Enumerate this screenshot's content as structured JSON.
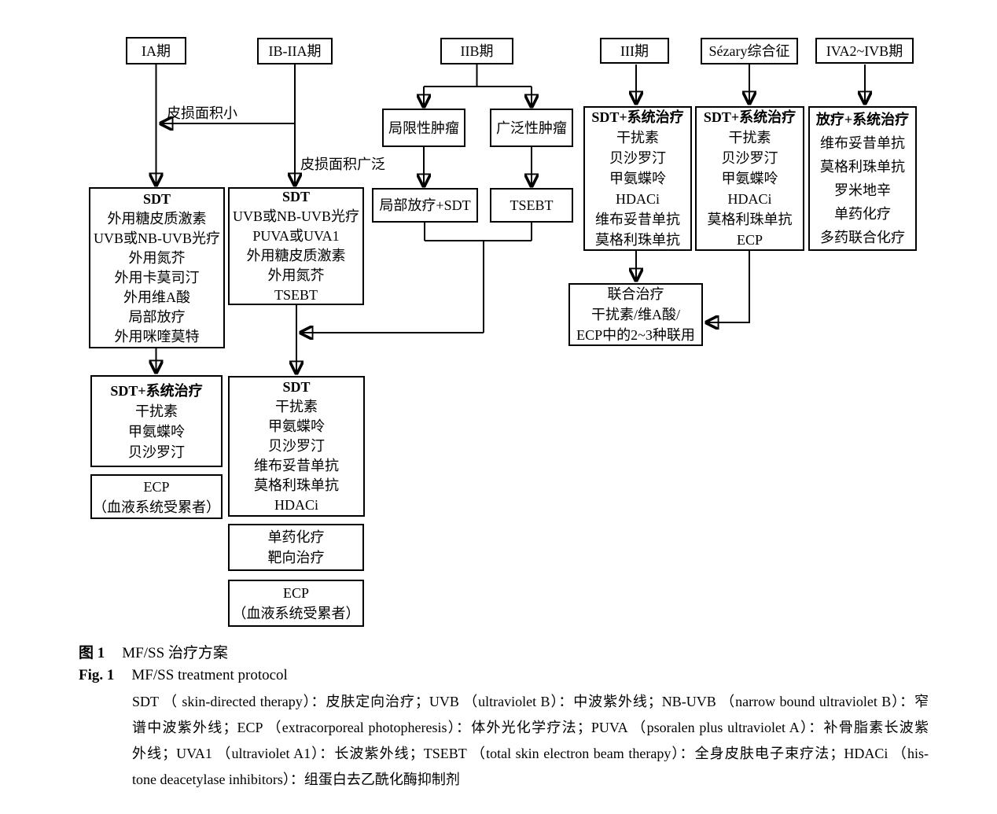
{
  "figure": {
    "caption_zh_label": "图 1",
    "caption_zh_title": "MF/SS 治疗方案",
    "caption_en_label": "Fig. 1",
    "caption_en_title": "MF/SS treatment protocol",
    "notes": [
      "SDT （ skin-directed therapy）：皮肤定向治疗；UVB （ultraviolet B）：中波紫外线；NB-UVB （narrow bound ultraviolet B）：窄",
      "谱中波紫外线；ECP （extracorporeal photopheresis）：体外光化学疗法；PUVA （psoralen plus ultraviolet A）：补骨脂素长波紫",
      "外线；UVA1 （ultraviolet A1）：长波紫外线；TSEBT （total skin electron beam therapy）：全身皮肤电子束疗法；HDACi （his-",
      "tone deacetylase inhibitors）：组蛋白去乙酰化酶抑制剂"
    ]
  },
  "edge_labels": {
    "small_lesion": "皮损面积小",
    "wide_lesion": "皮损面积广泛"
  },
  "nodes": {
    "stage_ia": {
      "label": "IA期"
    },
    "stage_ib_iia": {
      "label": "IB-IIA期"
    },
    "stage_iib": {
      "label": "IIB期"
    },
    "stage_iii": {
      "label": "III期"
    },
    "stage_sezary": {
      "label": "Sézary综合征"
    },
    "stage_iv": {
      "label": "IVA2~IVB期"
    },
    "localized_tumor": {
      "label": "局限性肿瘤"
    },
    "extensive_tumor": {
      "label": "广泛性肿瘤"
    },
    "local_rt_sdt": {
      "label": "局部放疗+SDT"
    },
    "tsebt": {
      "label": "TSEBT"
    },
    "sdt_ia": {
      "title": "SDT",
      "items": [
        "外用糖皮质激素",
        "UVB或NB-UVB光疗",
        "外用氮芥",
        "外用卡莫司汀",
        "外用维A酸",
        "局部放疗",
        "外用咪喹莫特"
      ]
    },
    "sdt_ib_iia": {
      "title": "SDT",
      "items": [
        "UVB或NB-UVB光疗",
        "PUVA或UVA1",
        "外用糖皮质激素",
        "外用氮芥",
        "TSEBT"
      ]
    },
    "iii_tx": {
      "title": "SDT+系统治疗",
      "items": [
        "干扰素",
        "贝沙罗汀",
        "甲氨蝶呤",
        "HDACi",
        "维布妥昔单抗",
        "莫格利珠单抗"
      ]
    },
    "sezary_tx": {
      "title": "SDT+系统治疗",
      "items": [
        "干扰素",
        "贝沙罗汀",
        "甲氨蝶呤",
        "HDACi",
        "莫格利珠单抗",
        "ECP"
      ]
    },
    "iv_tx": {
      "title": "放疗+系统治疗",
      "items": [
        "维布妥昔单抗",
        "莫格利珠单抗",
        "罗米地辛",
        "单药化疗",
        "多药联合化疗"
      ]
    },
    "combo_tx": {
      "lines": [
        "联合治疗",
        "干扰素/维A酸/",
        "ECP中的2~3种联用"
      ]
    },
    "sdt_systemic_ia": {
      "title": "SDT+系统治疗",
      "items": [
        "干扰素",
        "甲氨蝶呤",
        "贝沙罗汀"
      ]
    },
    "ecp_ia": {
      "lines": [
        "ECP",
        "（血液系统受累者）"
      ]
    },
    "sdt_lower": {
      "title": "SDT",
      "items": [
        "干扰素",
        "甲氨蝶呤",
        "贝沙罗汀",
        "维布妥昔单抗",
        "莫格利珠单抗",
        "HDACi"
      ]
    },
    "chemo_targeted": {
      "lines": [
        "单药化疗",
        "靶向治疗"
      ]
    },
    "ecp_lower": {
      "lines": [
        "ECP",
        "（血液系统受累者）"
      ]
    }
  }
}
